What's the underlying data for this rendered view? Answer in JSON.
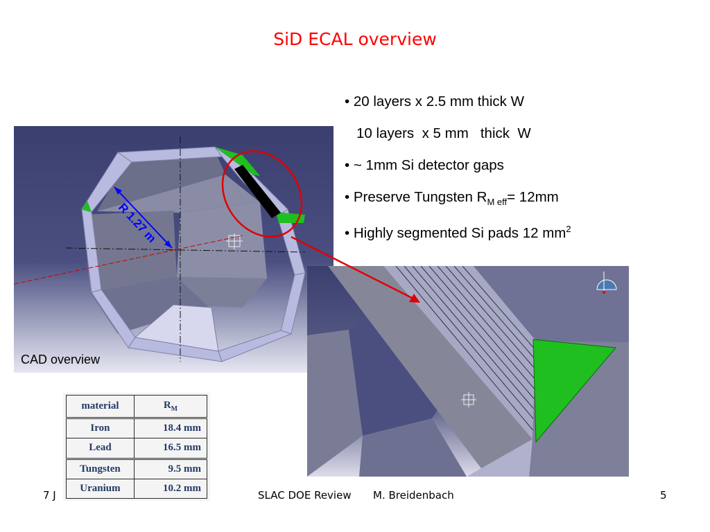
{
  "slide": {
    "title": "SiD ECAL overview",
    "page_number": "5"
  },
  "bullets": {
    "b1": "• 20 layers x 2.5 mm thick W",
    "b2": "10 layers  x 5 mm   thick  W",
    "b3": "• ~ 1mm Si detector gaps",
    "b4_pre": "• Preserve Tungsten R",
    "b4_sub": "M eff",
    "b4_post": "= 12mm",
    "b5_pre": "• Highly segmented Si pads 12 mm",
    "b5_sup": "2"
  },
  "figure": {
    "cad_label": "CAD overview",
    "radius_label": "R 1.27 m"
  },
  "rm_table": {
    "header": {
      "material": "material",
      "rm": "R",
      "rm_sub": "M"
    },
    "rows": [
      {
        "material": "Iron",
        "value": "18.4 mm"
      },
      {
        "material": "Lead",
        "value": "16.5 mm"
      },
      {
        "material": "Tungsten",
        "value": "9.5 mm"
      },
      {
        "material": "Uranium",
        "value": "10.2 mm"
      }
    ]
  },
  "footer": {
    "date_fragment": "7 J",
    "event": "SLAC DOE Review",
    "author": "M. Breidenbach"
  },
  "colors": {
    "title": "#ff0000",
    "background_blue": "#3a3e6e",
    "octagon_frame": "#b9bae0",
    "tungsten_green": "#1fbf1f",
    "callout_red": "#e00000",
    "radius_arrow": "#0000ff"
  }
}
